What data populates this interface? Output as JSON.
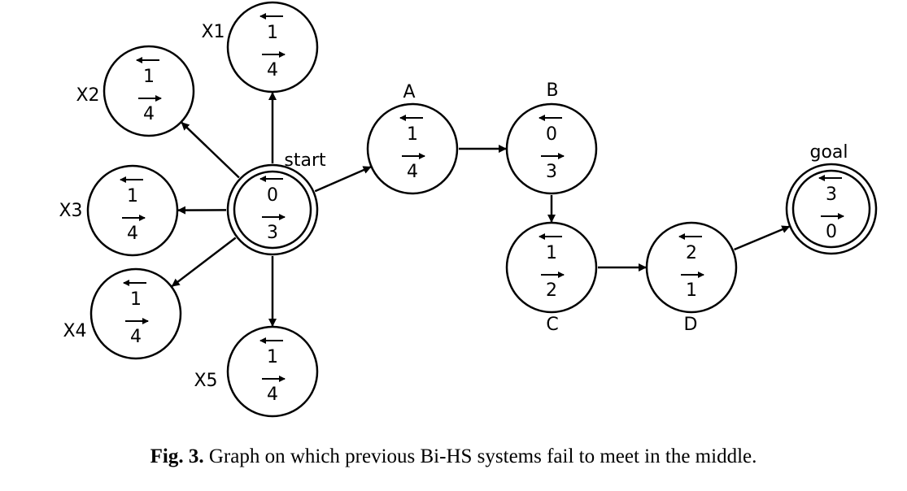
{
  "nodes": [
    {
      "id": "start",
      "label": "start",
      "backward": "0",
      "forward": "3",
      "double": true
    },
    {
      "id": "X1",
      "label": "X1",
      "backward": "1",
      "forward": "4",
      "double": false
    },
    {
      "id": "X2",
      "label": "X2",
      "backward": "1",
      "forward": "4",
      "double": false
    },
    {
      "id": "X3",
      "label": "X3",
      "backward": "1",
      "forward": "4",
      "double": false
    },
    {
      "id": "X4",
      "label": "X4",
      "backward": "1",
      "forward": "4",
      "double": false
    },
    {
      "id": "X5",
      "label": "X5",
      "backward": "1",
      "forward": "4",
      "double": false
    },
    {
      "id": "A",
      "label": "A",
      "backward": "1",
      "forward": "4",
      "double": false
    },
    {
      "id": "B",
      "label": "B",
      "backward": "0",
      "forward": "3",
      "double": false
    },
    {
      "id": "C",
      "label": "C",
      "backward": "1",
      "forward": "2",
      "double": false
    },
    {
      "id": "D",
      "label": "D",
      "backward": "2",
      "forward": "1",
      "double": false
    },
    {
      "id": "goal",
      "label": "goal",
      "backward": "3",
      "forward": "0",
      "double": true
    }
  ],
  "edges": [
    {
      "from": "start",
      "to": "X1"
    },
    {
      "from": "start",
      "to": "X2"
    },
    {
      "from": "start",
      "to": "X3"
    },
    {
      "from": "start",
      "to": "X4"
    },
    {
      "from": "start",
      "to": "X5"
    },
    {
      "from": "start",
      "to": "A"
    },
    {
      "from": "A",
      "to": "B"
    },
    {
      "from": "B",
      "to": "C"
    },
    {
      "from": "C",
      "to": "D"
    },
    {
      "from": "D",
      "to": "goal"
    }
  ],
  "caption": {
    "prefix": "Fig. 3.",
    "text": "Graph on which previous Bi-HS systems fail to meet in the middle."
  }
}
